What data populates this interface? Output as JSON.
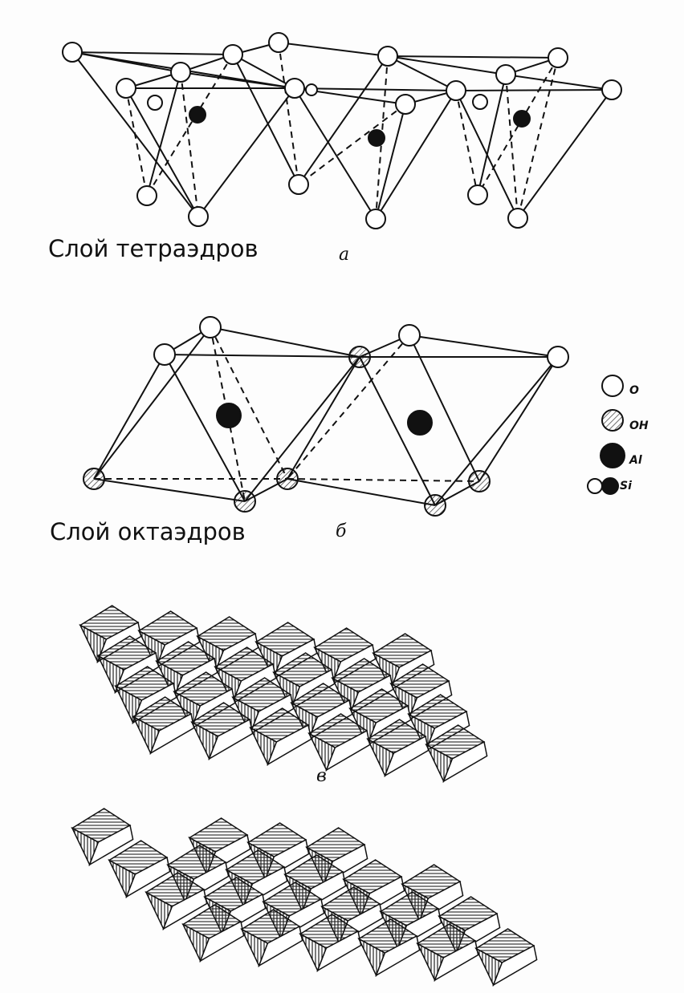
{
  "labels": {
    "tetra_layer": "Слой тетраэдров",
    "octa_layer": "Слой октаэдров",
    "fig_a": "а",
    "fig_b": "б",
    "fig_c": "в"
  },
  "legend": [
    {
      "symbol": "open-circle",
      "label": "O"
    },
    {
      "symbol": "hatched-circle",
      "label": "OH"
    },
    {
      "symbol": "filled-circle",
      "label": "Al"
    },
    {
      "symbol": "open-and-filled-circle",
      "label": "Si"
    }
  ]
}
